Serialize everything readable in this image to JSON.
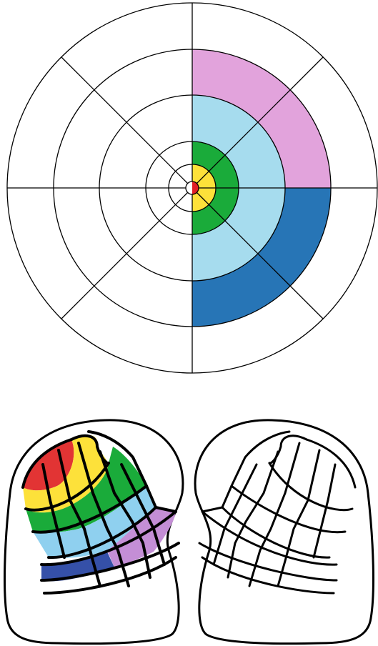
{
  "diagram": {
    "visual_field_polar_map": {
      "rings": 5,
      "spokes": 8,
      "colors": {
        "red": "#e01f26",
        "yellow": "#fde13a",
        "green": "#1aab3a",
        "light_blue": "#a6dcee",
        "pink": "#e2a3dc",
        "dark_blue": "#2775b6",
        "stroke": "#000000"
      },
      "shaded_right_half": [
        {
          "ring": 1,
          "sector": "all",
          "color": "red"
        },
        {
          "ring": 2,
          "sector": "all",
          "color": "yellow"
        },
        {
          "ring": 3,
          "sector": "all",
          "color": "green"
        },
        {
          "ring": 4,
          "sector": "all",
          "color": "light_blue"
        },
        {
          "ring": 5,
          "sector": "upper",
          "color": "pink"
        },
        {
          "ring": 5,
          "sector": "lower",
          "color": "dark_blue"
        }
      ]
    },
    "cortical_hemispheres": {
      "count": 2,
      "left_hemisphere_colored": true,
      "right_hemisphere_colored": false,
      "band_colors": [
        "#e23434",
        "#fde13a",
        "#1aab3a",
        "#8fd0ef",
        "#c48ed6",
        "#3550a8",
        "#ffffff"
      ]
    }
  }
}
